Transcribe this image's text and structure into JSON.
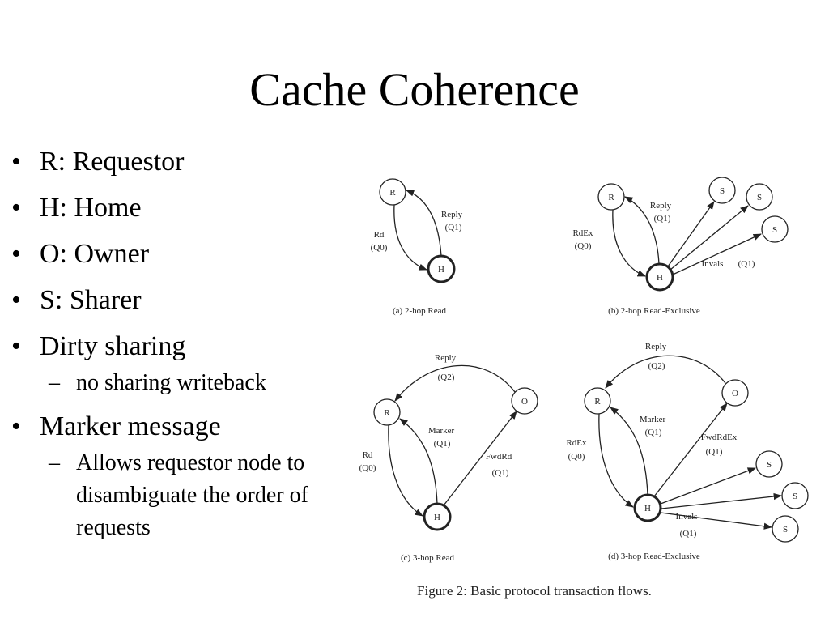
{
  "title": "Cache Coherence",
  "bullets": [
    {
      "text": "R: Requestor"
    },
    {
      "text": "H: Home"
    },
    {
      "text": "O: Owner"
    },
    {
      "text": "S: Sharer"
    },
    {
      "text": "Dirty sharing",
      "sub": [
        "no sharing writeback"
      ]
    },
    {
      "text": "Marker message",
      "sub": [
        "Allows requestor node to disambiguate the order of requests"
      ]
    }
  ],
  "figure": {
    "caption": "Figure 2:  Basic protocol transaction flows.",
    "panels": [
      {
        "caption": "(a) 2-hop Read",
        "nodes": {
          "R": "R",
          "H": "H"
        },
        "edges": [
          {
            "label": "Rd",
            "queue": "(Q0)"
          },
          {
            "label": "Reply",
            "queue": "(Q1)"
          }
        ]
      },
      {
        "caption": "(b) 2-hop Read-Exclusive",
        "nodes": {
          "R": "R",
          "H": "H",
          "S1": "S",
          "S2": "S",
          "S3": "S"
        },
        "edges": [
          {
            "label": "RdEx",
            "queue": "(Q0)"
          },
          {
            "label": "Reply",
            "queue": "(Q1)"
          },
          {
            "label": "Invals",
            "queue": "(Q1)"
          }
        ]
      },
      {
        "caption": "(c) 3-hop Read",
        "nodes": {
          "R": "R",
          "H": "H",
          "O": "O"
        },
        "edges": [
          {
            "label": "Rd",
            "queue": "(Q0)"
          },
          {
            "label": "Reply",
            "queue": "(Q2)"
          },
          {
            "label": "Marker",
            "queue": "(Q1)"
          },
          {
            "label": "FwdRd",
            "queue": "(Q1)"
          }
        ]
      },
      {
        "caption": "(d) 3-hop Read-Exclusive",
        "nodes": {
          "R": "R",
          "H": "H",
          "O": "O",
          "S1": "S",
          "S2": "S",
          "S3": "S"
        },
        "edges": [
          {
            "label": "RdEx",
            "queue": "(Q0)"
          },
          {
            "label": "Reply",
            "queue": "(Q2)"
          },
          {
            "label": "Marker",
            "queue": "(Q1)"
          },
          {
            "label": "FwdRdEx",
            "queue": "(Q1)"
          },
          {
            "label": "Invals",
            "queue": "(Q1)"
          }
        ]
      }
    ]
  }
}
